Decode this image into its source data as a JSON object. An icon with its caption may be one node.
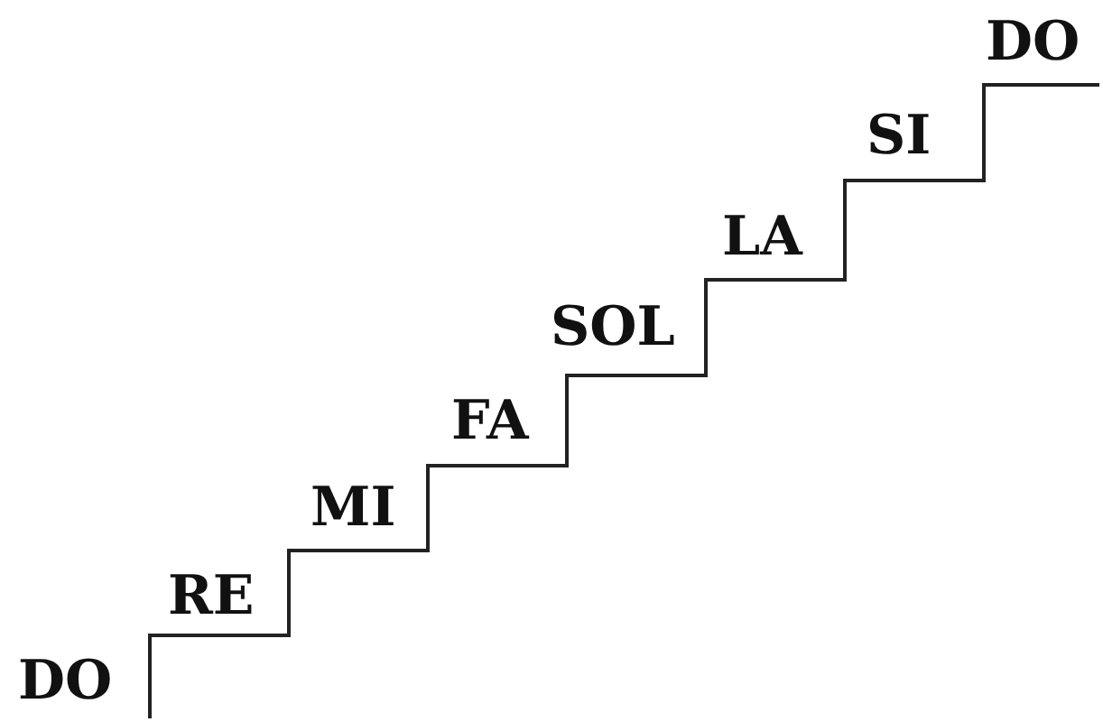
{
  "diagram": {
    "labels": [
      "DO",
      "RE",
      "MI",
      "FA",
      "SOL",
      "LA",
      "SI",
      "DO"
    ]
  }
}
